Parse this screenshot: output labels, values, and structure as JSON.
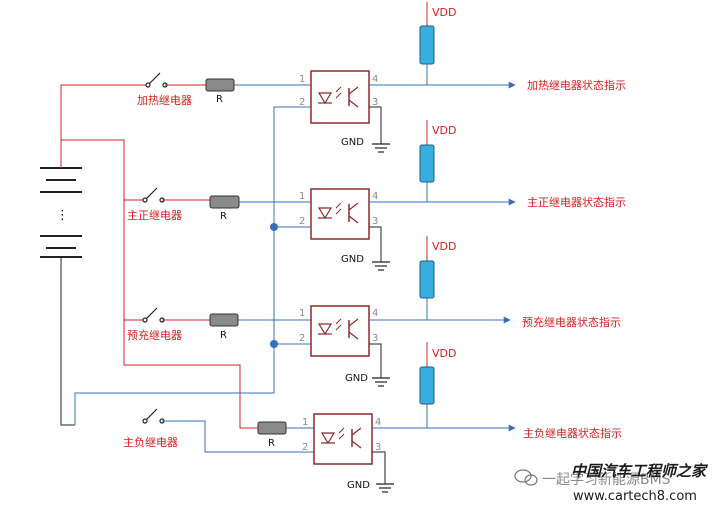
{
  "colors": {
    "red_wire": "#d32020",
    "blue_wire": "#3a6fb8",
    "black_wire": "#222222",
    "opto_border": "#8b2a2a",
    "resistor_fill": "#8a8a8a",
    "pullup_fill": "#3aaee0",
    "node_fill": "#3a6fb8"
  },
  "labels": {
    "r": "R",
    "vdd": "VDD",
    "gnd": "GND",
    "ellipsis": "⋮",
    "pin1": "1",
    "pin2": "2",
    "pin3": "3",
    "pin4": "4"
  },
  "relays": [
    {
      "name": "加热继电器",
      "status": "加热继电器状态指示"
    },
    {
      "name": "主正继电器",
      "status": "主正继电器状态指示"
    },
    {
      "name": "预充继电器",
      "status": "预充继电器状态指示"
    },
    {
      "name": "主负继电器",
      "status": "主负继电器状态指示"
    }
  ],
  "watermark": {
    "brand": "中国汽车工程师之家",
    "url": "www.cartech8.com",
    "overlap_text": "一起学习新能源BMS"
  }
}
